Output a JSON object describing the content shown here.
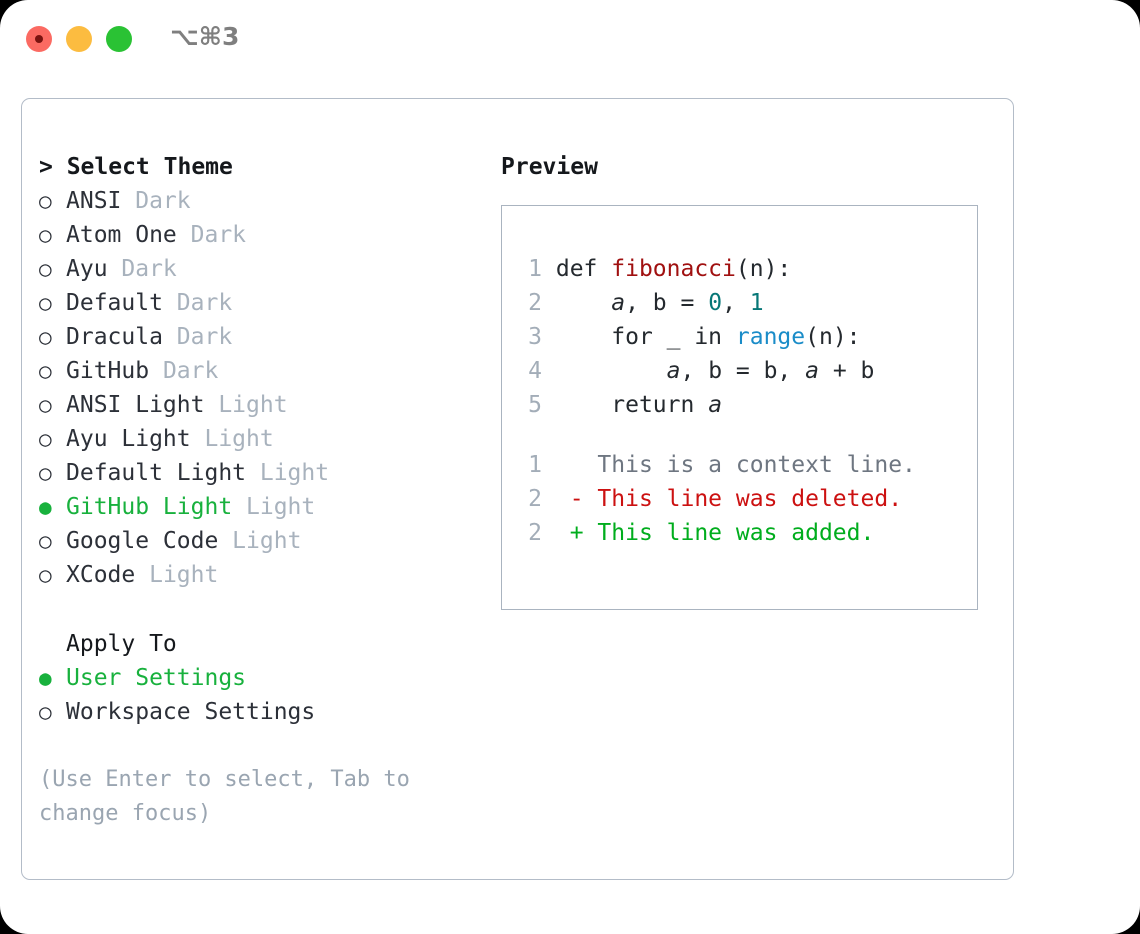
{
  "titlebar": {
    "shortcut": "⌥⌘3",
    "buttons": [
      {
        "name": "close",
        "color": "#fb6a62"
      },
      {
        "name": "minimize",
        "color": "#fcbc40"
      },
      {
        "name": "maximize",
        "color": "#2ac234"
      }
    ]
  },
  "colors": {
    "accent_green": "#18b13d",
    "muted": "#a8b2bd",
    "hint": "#9aa5b1",
    "text": "#2c3038",
    "border": "#b3bcc8",
    "preview_border": "#aab4c0",
    "diff_add": "#00ad1d",
    "diff_del": "#cc1111",
    "code_fn": "#a01010",
    "code_num": "#077777",
    "code_builtin": "#1a8cc8"
  },
  "theme_panel": {
    "heading": "> Select Theme",
    "marker_unselected": "○",
    "marker_selected": "●",
    "items": [
      {
        "name": "ANSI",
        "tag": "Dark",
        "selected": false
      },
      {
        "name": "Atom One",
        "tag": "Dark",
        "selected": false
      },
      {
        "name": "Ayu",
        "tag": "Dark",
        "selected": false
      },
      {
        "name": "Default",
        "tag": "Dark",
        "selected": false
      },
      {
        "name": "Dracula",
        "tag": "Dark",
        "selected": false
      },
      {
        "name": "GitHub",
        "tag": "Dark",
        "selected": false
      },
      {
        "name": "ANSI Light",
        "tag": "Light",
        "selected": false
      },
      {
        "name": "Ayu Light",
        "tag": "Light",
        "selected": false
      },
      {
        "name": "Default Light",
        "tag": "Light",
        "selected": false
      },
      {
        "name": "GitHub Light",
        "tag": "Light",
        "selected": true
      },
      {
        "name": "Google Code",
        "tag": "Light",
        "selected": false
      },
      {
        "name": "XCode",
        "tag": "Light",
        "selected": false
      }
    ]
  },
  "apply_to": {
    "heading": "Apply To",
    "items": [
      {
        "name": "User Settings",
        "selected": true
      },
      {
        "name": "Workspace Settings",
        "selected": false
      }
    ]
  },
  "hint": "(Use Enter to select, Tab to change focus)",
  "preview": {
    "title": "Preview",
    "code_lines": [
      {
        "num": "1",
        "segments": [
          {
            "text": "def ",
            "kind": "plain"
          },
          {
            "text": "fibonacci",
            "kind": "fn"
          },
          {
            "text": "(n):",
            "kind": "plain"
          }
        ]
      },
      {
        "num": "2",
        "segments": [
          {
            "text": "    ",
            "kind": "plain"
          },
          {
            "text": "a",
            "kind": "ital"
          },
          {
            "text": ", b = ",
            "kind": "plain"
          },
          {
            "text": "0",
            "kind": "num"
          },
          {
            "text": ", ",
            "kind": "plain"
          },
          {
            "text": "1",
            "kind": "num"
          }
        ]
      },
      {
        "num": "3",
        "segments": [
          {
            "text": "    for _ in ",
            "kind": "plain"
          },
          {
            "text": "range",
            "kind": "builtin"
          },
          {
            "text": "(n):",
            "kind": "plain"
          }
        ]
      },
      {
        "num": "4",
        "segments": [
          {
            "text": "        ",
            "kind": "plain"
          },
          {
            "text": "a",
            "kind": "ital"
          },
          {
            "text": ", b = b, ",
            "kind": "plain"
          },
          {
            "text": "a",
            "kind": "ital"
          },
          {
            "text": " + b",
            "kind": "plain"
          }
        ]
      },
      {
        "num": "5",
        "segments": [
          {
            "text": "    return ",
            "kind": "plain"
          },
          {
            "text": "a",
            "kind": "ital"
          }
        ]
      }
    ],
    "diff_lines": [
      {
        "num": "1",
        "sign": " ",
        "text": " This is a context line.",
        "kind": "context"
      },
      {
        "num": "2",
        "sign": "-",
        "text": " This line was deleted.",
        "kind": "deleted"
      },
      {
        "num": "2",
        "sign": "+",
        "text": " This line was added.",
        "kind": "added"
      }
    ]
  }
}
